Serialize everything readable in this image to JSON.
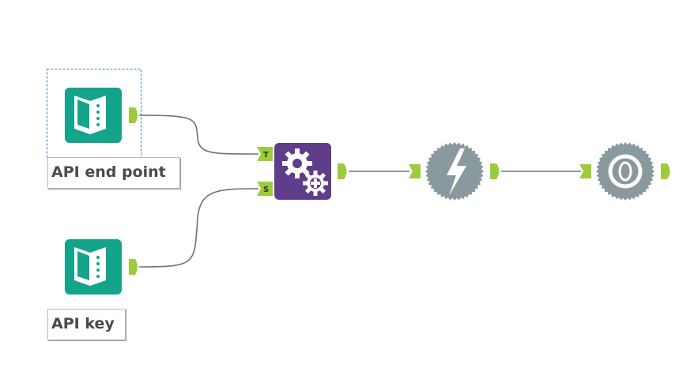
{
  "canvas": {
    "background": "#ffffff",
    "connection_color": "#6f6f6f"
  },
  "tools": {
    "text_input_1": {
      "label": "API end point",
      "icon": "text-input-book-icon",
      "color": "#13a48b",
      "selected": true
    },
    "text_input_2": {
      "label": "API key",
      "icon": "text-input-book-icon",
      "color": "#13a48b"
    },
    "append_fields": {
      "icon": "gears-plus-icon",
      "color": "#5f3d8a",
      "inputs": [
        "T",
        "S"
      ]
    },
    "formula": {
      "icon": "lightning-bolt-icon",
      "color": "#8a999d"
    },
    "download": {
      "icon": "download-globe-icon",
      "color": "#8a999d"
    }
  },
  "anchor_color": "#9ccc3c"
}
